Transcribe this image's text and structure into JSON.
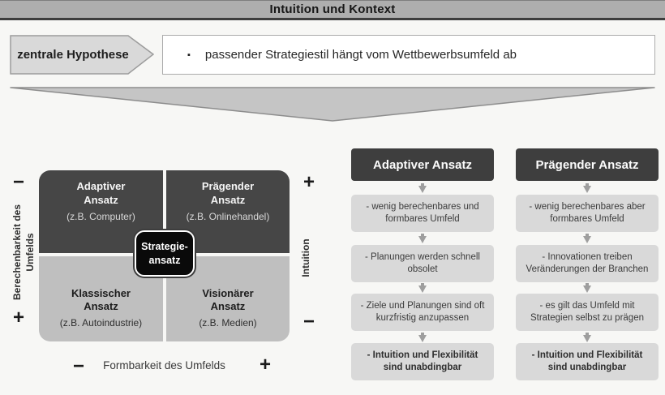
{
  "title": "Intuition und Kontext",
  "hypothesis": {
    "label": "zentrale Hypothese",
    "bullet": "▪",
    "text": "passender Strategiestil hängt vom Wettbewerbsumfeld ab"
  },
  "matrix": {
    "center_label": "Strategie-\nansatz",
    "quadrants": [
      {
        "title": "Adaptiver\nAnsatz",
        "example": "(z.B. Computer)"
      },
      {
        "title": "Prägender\nAnsatz",
        "example": "(z.B. Onlinehandel)"
      },
      {
        "title": "Klassischer\nAnsatz",
        "example": "(z.B. Autoindustrie)"
      },
      {
        "title": "Visionärer\nAnsatz",
        "example": "(z.B. Medien)"
      }
    ],
    "left_axis": {
      "top_sign": "−",
      "label": "Berechenbarkeit des\nUmfelds",
      "bottom_sign": "+"
    },
    "right_axis": {
      "top_sign": "+",
      "label": "Intuition",
      "bottom_sign": "−"
    },
    "bottom_axis": {
      "left_sign": "−",
      "label": "Formbarkeit des Umfelds",
      "right_sign": "+"
    }
  },
  "columns": [
    {
      "header": "Adaptiver Ansatz",
      "items": [
        "- wenig berechenbares und formbares Umfeld",
        "- Planungen werden schnell obsolet",
        "- Ziele und Planungen sind oft kurzfristig anzupassen",
        "- Intuition und Flexibilität sind unabdingbar"
      ]
    },
    {
      "header": "Prägender Ansatz",
      "items": [
        "- wenig berechenbares aber formbares Umfeld",
        "- Innovationen treiben Veränderungen der Branchen",
        "- es gilt das Umfeld mit Strategien selbst zu prägen",
        "- Intuition und Flexibilität sind unabdingbar"
      ]
    }
  ],
  "colors": {
    "header_dark": "#3e3e3e",
    "quadrant_dark": "#464646",
    "quadrant_light": "#bfbfbf",
    "item_bg": "#d9d9d9",
    "center_box": "#0a0a0a",
    "funnel": "#c5c5c5"
  }
}
